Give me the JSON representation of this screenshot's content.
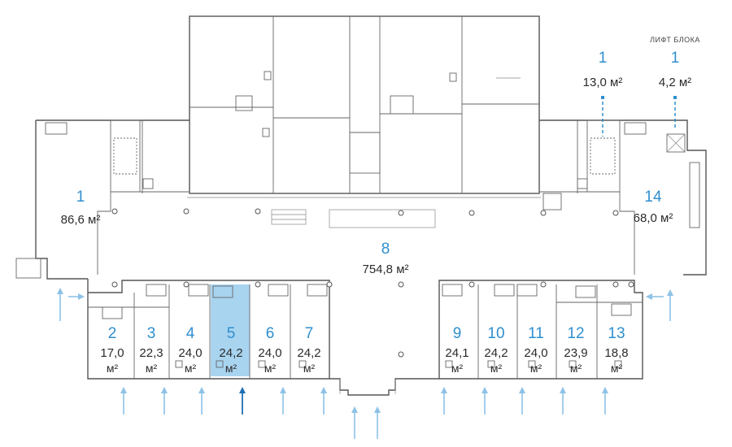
{
  "header": {
    "lift_label": "ЛИФТ БЛОКА"
  },
  "units": [
    {
      "id": "u1a",
      "number": "1",
      "area": "86,6 м²",
      "selected": false
    },
    {
      "id": "u1b",
      "number": "1",
      "area": "13,0 м²",
      "selected": false
    },
    {
      "id": "u1c",
      "number": "1",
      "area": "4,2 м²",
      "selected": false
    },
    {
      "id": "u14",
      "number": "14",
      "area": "68,0 м²",
      "selected": false
    },
    {
      "id": "u8",
      "number": "8",
      "area": "754,8 м²",
      "selected": false
    },
    {
      "id": "u2",
      "number": "2",
      "area": "17,0",
      "unit": "м²",
      "selected": false
    },
    {
      "id": "u3",
      "number": "3",
      "area": "22,3",
      "unit": "м²",
      "selected": false
    },
    {
      "id": "u4",
      "number": "4",
      "area": "24,0",
      "unit": "м²",
      "selected": false
    },
    {
      "id": "u5",
      "number": "5",
      "area": "24,2",
      "unit": "м²",
      "selected": true
    },
    {
      "id": "u6",
      "number": "6",
      "area": "24,0",
      "unit": "м²",
      "selected": false
    },
    {
      "id": "u7",
      "number": "7",
      "area": "24,2",
      "unit": "м²",
      "selected": false
    },
    {
      "id": "u9",
      "number": "9",
      "area": "24,1",
      "unit": "м²",
      "selected": false
    },
    {
      "id": "u10",
      "number": "10",
      "area": "24,2",
      "unit": "м²",
      "selected": false
    },
    {
      "id": "u11",
      "number": "11",
      "area": "24,0",
      "unit": "м²",
      "selected": false
    },
    {
      "id": "u12",
      "number": "12",
      "area": "23,9",
      "unit": "м²",
      "selected": false
    },
    {
      "id": "u13",
      "number": "13",
      "area": "18,8",
      "unit": "м²",
      "selected": false
    }
  ],
  "colors": {
    "label_blue": "#2f8fce",
    "selected_fill": "#a8d4f0",
    "entrance_arrow": "#8ec2e6",
    "selected_arrow": "#1f6fb5",
    "wall": "#555555"
  }
}
